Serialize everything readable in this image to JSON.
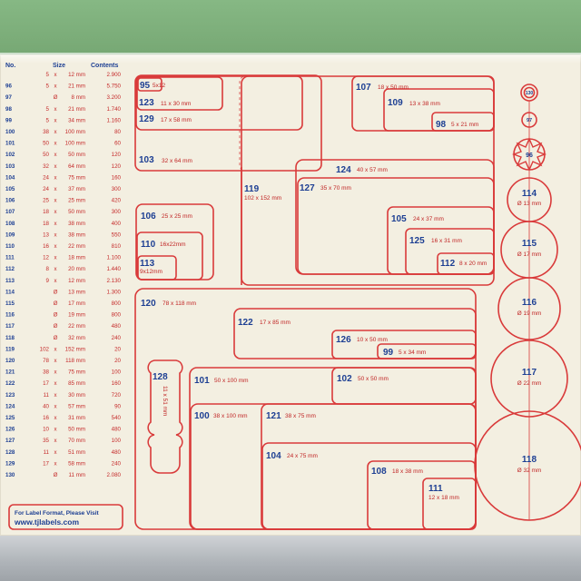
{
  "table": {
    "headers": {
      "no": "No.",
      "size": "Size",
      "contents": "Contents"
    },
    "rows": [
      {
        "no": "",
        "a": "5",
        "x": "x",
        "b": "12 mm",
        "c": "2.900"
      },
      {
        "no": "96",
        "a": "5",
        "x": "x",
        "b": "21 mm",
        "c": "5.750"
      },
      {
        "no": "97",
        "a": "",
        "x": "Ø",
        "b": "8 mm",
        "c": "3.200"
      },
      {
        "no": "98",
        "a": "5",
        "x": "x",
        "b": "21 mm",
        "c": "1.740"
      },
      {
        "no": "99",
        "a": "5",
        "x": "x",
        "b": "34 mm",
        "c": "1.160"
      },
      {
        "no": "100",
        "a": "38",
        "x": "x",
        "b": "100 mm",
        "c": "80"
      },
      {
        "no": "101",
        "a": "50",
        "x": "x",
        "b": "100 mm",
        "c": "60"
      },
      {
        "no": "102",
        "a": "50",
        "x": "x",
        "b": "50 mm",
        "c": "120"
      },
      {
        "no": "103",
        "a": "32",
        "x": "x",
        "b": "64 mm",
        "c": "120"
      },
      {
        "no": "104",
        "a": "24",
        "x": "x",
        "b": "75 mm",
        "c": "160"
      },
      {
        "no": "105",
        "a": "24",
        "x": "x",
        "b": "37 mm",
        "c": "300"
      },
      {
        "no": "106",
        "a": "25",
        "x": "x",
        "b": "25 mm",
        "c": "420"
      },
      {
        "no": "107",
        "a": "18",
        "x": "x",
        "b": "50 mm",
        "c": "300"
      },
      {
        "no": "108",
        "a": "18",
        "x": "x",
        "b": "38 mm",
        "c": "400"
      },
      {
        "no": "109",
        "a": "13",
        "x": "x",
        "b": "38 mm",
        "c": "550"
      },
      {
        "no": "110",
        "a": "16",
        "x": "x",
        "b": "22 mm",
        "c": "810"
      },
      {
        "no": "111",
        "a": "12",
        "x": "x",
        "b": "18 mm",
        "c": "1.100"
      },
      {
        "no": "112",
        "a": "8",
        "x": "x",
        "b": "20 mm",
        "c": "1.440"
      },
      {
        "no": "113",
        "a": "9",
        "x": "x",
        "b": "12 mm",
        "c": "2.130"
      },
      {
        "no": "114",
        "a": "",
        "x": "Ø",
        "b": "13 mm",
        "c": "1.300"
      },
      {
        "no": "115",
        "a": "",
        "x": "Ø",
        "b": "17 mm",
        "c": "800"
      },
      {
        "no": "116",
        "a": "",
        "x": "Ø",
        "b": "19 mm",
        "c": "800"
      },
      {
        "no": "117",
        "a": "",
        "x": "Ø",
        "b": "22 mm",
        "c": "480"
      },
      {
        "no": "118",
        "a": "",
        "x": "Ø",
        "b": "32 mm",
        "c": "240"
      },
      {
        "no": "119",
        "a": "102",
        "x": "x",
        "b": "152 mm",
        "c": "20"
      },
      {
        "no": "120",
        "a": "78",
        "x": "x",
        "b": "118 mm",
        "c": "20"
      },
      {
        "no": "121",
        "a": "38",
        "x": "x",
        "b": "75 mm",
        "c": "100"
      },
      {
        "no": "122",
        "a": "17",
        "x": "x",
        "b": "85 mm",
        "c": "160"
      },
      {
        "no": "123",
        "a": "11",
        "x": "x",
        "b": "30 mm",
        "c": "720"
      },
      {
        "no": "124",
        "a": "40",
        "x": "x",
        "b": "57 mm",
        "c": "90"
      },
      {
        "no": "125",
        "a": "16",
        "x": "x",
        "b": "31 mm",
        "c": "540"
      },
      {
        "no": "126",
        "a": "10",
        "x": "x",
        "b": "50 mm",
        "c": "480"
      },
      {
        "no": "127",
        "a": "35",
        "x": "x",
        "b": "70 mm",
        "c": "100"
      },
      {
        "no": "128",
        "a": "11",
        "x": "x",
        "b": "51 mm",
        "c": "480"
      },
      {
        "no": "129",
        "a": "17",
        "x": "x",
        "b": "58 mm",
        "c": "240"
      },
      {
        "no": "130",
        "a": "",
        "x": "Ø",
        "b": "11 mm",
        "c": "2.080"
      }
    ]
  },
  "footer": {
    "line1": "For Label Format, Please Visit",
    "line2": "www.tjlabels.com"
  },
  "labels": {
    "95": {
      "num": "95",
      "size": "5x12"
    },
    "123": {
      "num": "123",
      "size": "11 x 30 mm"
    },
    "129": {
      "num": "129",
      "size": "17 x 58 mm"
    },
    "103": {
      "num": "103",
      "size": "32 x 64 mm"
    },
    "107": {
      "num": "107",
      "size": "18 x 50 mm"
    },
    "109": {
      "num": "109",
      "size": "13 x 38 mm"
    },
    "98": {
      "num": "98",
      "size": "5 x 21 mm"
    },
    "124": {
      "num": "124",
      "size": "40 x 57 mm"
    },
    "127": {
      "num": "127",
      "size": "35 x 70 mm"
    },
    "119": {
      "num": "119",
      "size": "102 x 152 mm"
    },
    "106": {
      "num": "106",
      "size": "25 x 25 mm"
    },
    "110": {
      "num": "110",
      "size": "16x22mm"
    },
    "113": {
      "num": "113",
      "size": "9x12mm"
    },
    "105": {
      "num": "105",
      "size": "24 x 37 mm"
    },
    "125": {
      "num": "125",
      "size": "16 x 31 mm"
    },
    "112": {
      "num": "112",
      "size": "8 x 20 mm"
    },
    "120": {
      "num": "120",
      "size": "78 x 118 mm"
    },
    "122": {
      "num": "122",
      "size": "17 x 85 mm"
    },
    "126": {
      "num": "126",
      "size": "10 x 50 mm"
    },
    "99": {
      "num": "99",
      "size": "5 x 34 mm"
    },
    "128": {
      "num": "128",
      "size": "11 x 51 mm"
    },
    "101": {
      "num": "101",
      "size": "50 x 100 mm"
    },
    "102": {
      "num": "102",
      "size": "50 x 50 mm"
    },
    "100": {
      "num": "100",
      "size": "38 x 100 mm"
    },
    "121": {
      "num": "121",
      "size": "38 x 75 mm"
    },
    "104": {
      "num": "104",
      "size": "24 x 75 mm"
    },
    "108": {
      "num": "108",
      "size": "18 x 38 mm"
    },
    "111": {
      "num": "111",
      "size": "12 x 18 mm"
    }
  },
  "circles": {
    "130": {
      "num": "130"
    },
    "97": {
      "num": "97"
    },
    "96": {
      "num": "96"
    },
    "114": {
      "num": "114",
      "size": "Ø 13 mm"
    },
    "115": {
      "num": "115",
      "size": "Ø 17 mm"
    },
    "116": {
      "num": "116",
      "size": "Ø 19 mm"
    },
    "117": {
      "num": "117",
      "size": "Ø 22 mm"
    },
    "118": {
      "num": "118",
      "size": "Ø 32 mm"
    }
  },
  "colors": {
    "outline": "#d93a3a",
    "number": "#1d3f93",
    "sheet": "#f3efe1"
  }
}
